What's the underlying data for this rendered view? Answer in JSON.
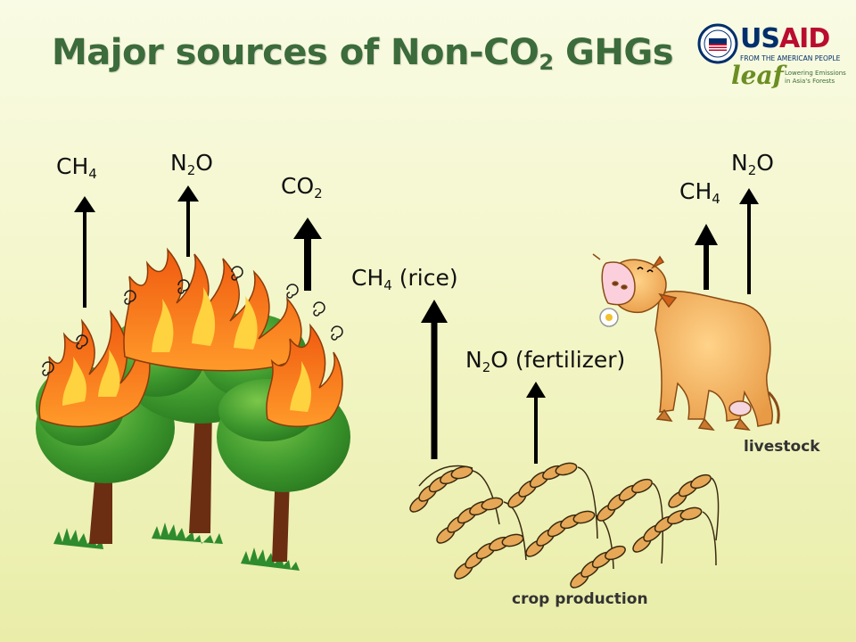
{
  "title": {
    "main": "Major sources of Non-CO",
    "sub": "2",
    "tail": " GHGs"
  },
  "logos": {
    "usaid_us": "US",
    "usaid_aid": "AID",
    "usaid_tagline": "FROM THE AMERICAN PEOPLE",
    "seal_text": "USAID",
    "leaf_word": "leaf",
    "leaf_tagline_1": "Lowering Emissions",
    "leaf_tagline_2": "in Asia's Forests"
  },
  "labels": {
    "forest_ch4": {
      "base": "CH",
      "sub": "4",
      "tail": ""
    },
    "forest_n2o": {
      "base": "N",
      "sub": "2",
      "tail": "O"
    },
    "forest_co2": {
      "base": "CO",
      "sub": "2",
      "tail": ""
    },
    "rice_ch4": {
      "base": "CH",
      "sub": "4",
      "tail": " (rice)"
    },
    "fert_n2o": {
      "base": "N",
      "sub": "2",
      "tail": "O (fertilizer)"
    },
    "livestock_ch4": {
      "base": "CH",
      "sub": "4",
      "tail": ""
    },
    "livestock_n2o": {
      "base": "N",
      "sub": "2",
      "tail": "O"
    }
  },
  "captions": {
    "crop": "crop production",
    "livestock": "livestock"
  },
  "colors": {
    "title": "#3c6b3c",
    "tree_canopy": "#3f9a2e",
    "tree_trunk": "#6b2e12",
    "flame_outer": "#f07a18",
    "flame_inner": "#ffd23f",
    "grain": "#e6a857",
    "cow": "#f5b865",
    "arrow": "#000000"
  }
}
